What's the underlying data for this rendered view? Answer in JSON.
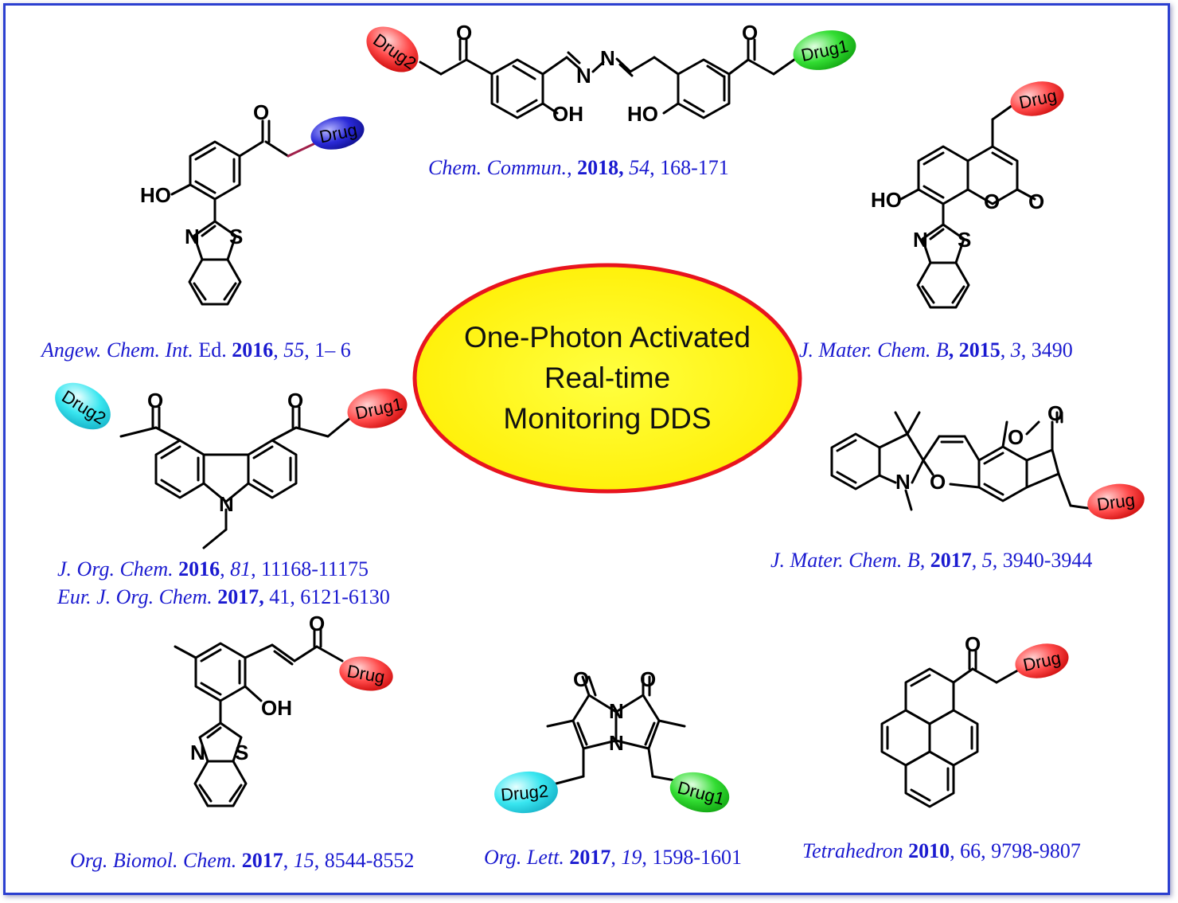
{
  "title": {
    "line1": "One-Photon Activated",
    "line2": "Real-time",
    "line3": "Monitoring DDS"
  },
  "colors": {
    "frame": "#2b3fd0",
    "reference_text": "#1a1ad0",
    "ellipse_fill": "#ffff00",
    "ellipse_stroke": "#e8141e",
    "drug_red": "#ff4a4a",
    "drug_green": "#33dd33",
    "drug_blue": "#2a2ad8",
    "drug_cyan": "#39e6f0"
  },
  "atom_labels": {
    "oxygen": "O",
    "nitrogen": "N",
    "sulfur": "S",
    "hydroxyl_left": "HO",
    "hydroxyl_right": "OH"
  },
  "tags": {
    "drug": "Drug",
    "drug1": "Drug1",
    "drug2": "Drug2"
  },
  "references": {
    "top_center": {
      "journal": "Chem. Commun.",
      "sep": ", ",
      "year": "2018,",
      "volume": "54",
      "pages": ", 168-171"
    },
    "upper_left": {
      "journal": "Angew. Chem. Int.",
      "journal2": " Ed. ",
      "year": "2016",
      "sep": ", ",
      "volume": "55",
      "pages": ", 1– 6"
    },
    "upper_right": {
      "journal": "J. Mater. Chem. B",
      "year": ", 2015",
      "sep": ", ",
      "volume": "3",
      "pages": ", 3490"
    },
    "middle_left_1": {
      "journal": "J. Org. Chem.",
      "year": " 2016",
      "sep": ", ",
      "volume": "81",
      "pages": ", 11168-11175"
    },
    "middle_left_2": {
      "journal": "Eur. J. Org. Chem.",
      "year": " 2017,",
      "rest": " 41, 6121-6130"
    },
    "middle_right": {
      "journal": "J. Mater. Chem. B,",
      "year": " 2017",
      "sep": ", ",
      "volume": "5",
      "pages": ", 3940-3944"
    },
    "bottom_left": {
      "journal": "Org. Biomol. Chem.",
      "year": " 2017",
      "sep": ", ",
      "volume": "15",
      "pages": ", 8544-8552"
    },
    "bottom_center": {
      "journal": "Org. Lett.",
      "year": " 2017",
      "sep": ", ",
      "volume": "19",
      "pages": ", 1598-1601"
    },
    "bottom_right": {
      "journal": "Tetrahedron",
      "year": " 2010",
      "rest": ", 66, 9798-9807"
    }
  }
}
